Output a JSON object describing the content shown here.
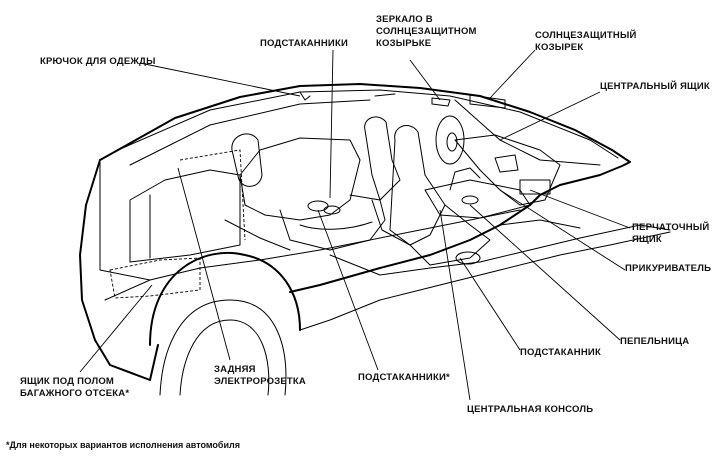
{
  "labels": {
    "hook": "КРЮЧОК ДЛЯ ОДЕЖДЫ",
    "cupholders_top": "ПОДСТАКАННИКИ",
    "mirror": "ЗЕРКАЛО В\nСОЛНЦЕЗАЩИТНОМ\nКОЗЫРЬКЕ",
    "visor": "СОЛНЦЕЗАЩИТНЫЙ\nКОЗЫРЕК",
    "center_box": "ЦЕНТРАЛЬНЫЙ ЯЩИК",
    "glovebox": "ПЕРЧАТОЧНЫЙ\nЯЩИК",
    "lighter": "ПРИКУРИВАТЕЛЬ",
    "ashtray": "ПЕПЕЛЬНИЦА",
    "cupholder": "ПОДСТАКАННИК",
    "cupholders_rear": "ПОДСТАКАННИКИ*",
    "console": "ЦЕНТРАЛЬНАЯ КОНСОЛЬ",
    "rear_socket": "ЗАДНЯЯ\nЭЛЕКТРОРОЗЕТКА",
    "trunk_box": "ЯЩИК ПОД ПОЛОМ\nБАГАЖНОГО ОТСЕКА*"
  },
  "footnote": "*Для некоторых вариантов исполнения автомобиля"
}
